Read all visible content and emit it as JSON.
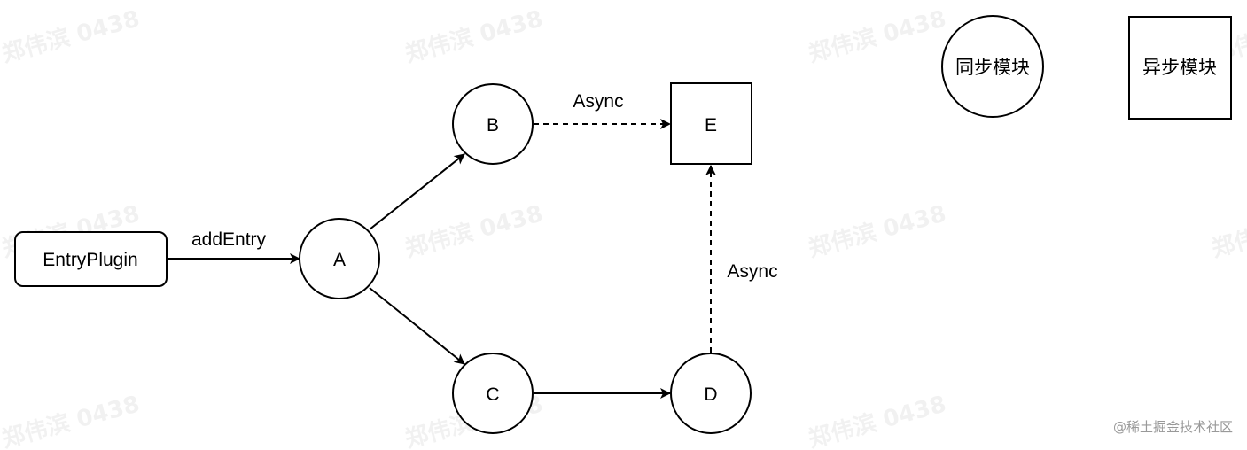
{
  "nodes": {
    "entry_plugin": "EntryPlugin",
    "a": "A",
    "b": "B",
    "c": "C",
    "d": "D",
    "e": "E"
  },
  "edges": {
    "entry_to_a": "addEntry",
    "b_to_e": "Async",
    "d_to_e": "Async"
  },
  "legend": {
    "sync_module": "同步模块",
    "async_module": "异步模块"
  },
  "watermark": "郑伟滨 0438",
  "credit": "@稀土掘金技术社区"
}
